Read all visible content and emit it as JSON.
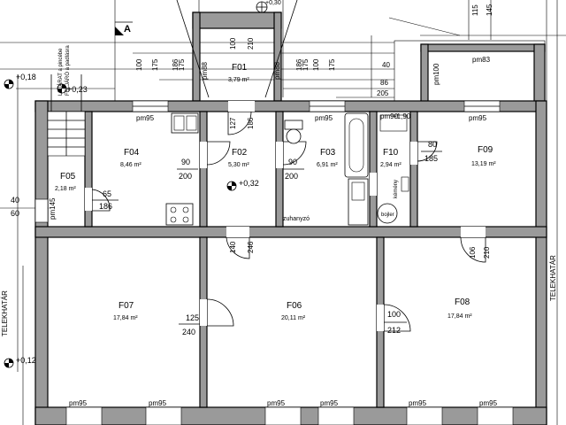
{
  "rooms": [
    {
      "id": "F01",
      "area": "3,79 m²"
    },
    {
      "id": "F02",
      "area": "5,30 m²"
    },
    {
      "id": "F03",
      "area": "6,91 m²"
    },
    {
      "id": "F04",
      "area": "8,46 m²"
    },
    {
      "id": "F05",
      "area": "2,18 m²"
    },
    {
      "id": "F06",
      "area": "20,11 m²"
    },
    {
      "id": "F07",
      "area": "17,84 m²"
    },
    {
      "id": "F08",
      "area": "17,84 m²"
    },
    {
      "id": "F09",
      "area": "13,19 m²"
    },
    {
      "id": "F10",
      "area": "2,94 m²"
    }
  ],
  "levels": {
    "top_left": "+0,18",
    "entry": "+0,23",
    "f02": "+0,32",
    "bottom_left": "+0,12",
    "top_center": "+0,30",
    "f10": "+1,90"
  },
  "door_sizes": {
    "f04_w": "90",
    "f04_h": "200",
    "f03_w": "90",
    "f03_h": "200",
    "f05_w": "65",
    "f05_h": "186",
    "f10_w": "80",
    "f10_h": "185",
    "f01_w": "100",
    "f01_h": "210",
    "f02_w": "127",
    "f02_h": "186",
    "f06a_w": "140",
    "f06a_h": "246",
    "f09_w": "106",
    "f09_h": "210",
    "f07_w": "125",
    "f07_h": "240",
    "f08_w": "100",
    "f08_h": "212",
    "f05_side_w": "40",
    "f05_side_h": "60"
  },
  "window_label": "pm95",
  "window_label_small": "pm83",
  "window_label_100": "pm100",
  "window_label_88": "pm88",
  "window_label_90": "pm90",
  "window_label_145": "pm145",
  "top_dims": {
    "a1": "100",
    "a2": "175",
    "b1": "186",
    "b2": "175",
    "c1": "186",
    "c2": "175",
    "d1": "100",
    "d2": "175",
    "e1": "40",
    "e2": "86",
    "e3": "205",
    "f1": "115",
    "f2": "145"
  },
  "labels": {
    "telekhatar": "TELEKHATÁR",
    "zuhanyzo": "zuhanyzó",
    "bojler": "bojler",
    "kemeny": "kémény",
    "section": "A",
    "stair_note1": "LEJÁRAT a pincébe",
    "stair_note2": "FELJÁRÓ a padlásra"
  }
}
